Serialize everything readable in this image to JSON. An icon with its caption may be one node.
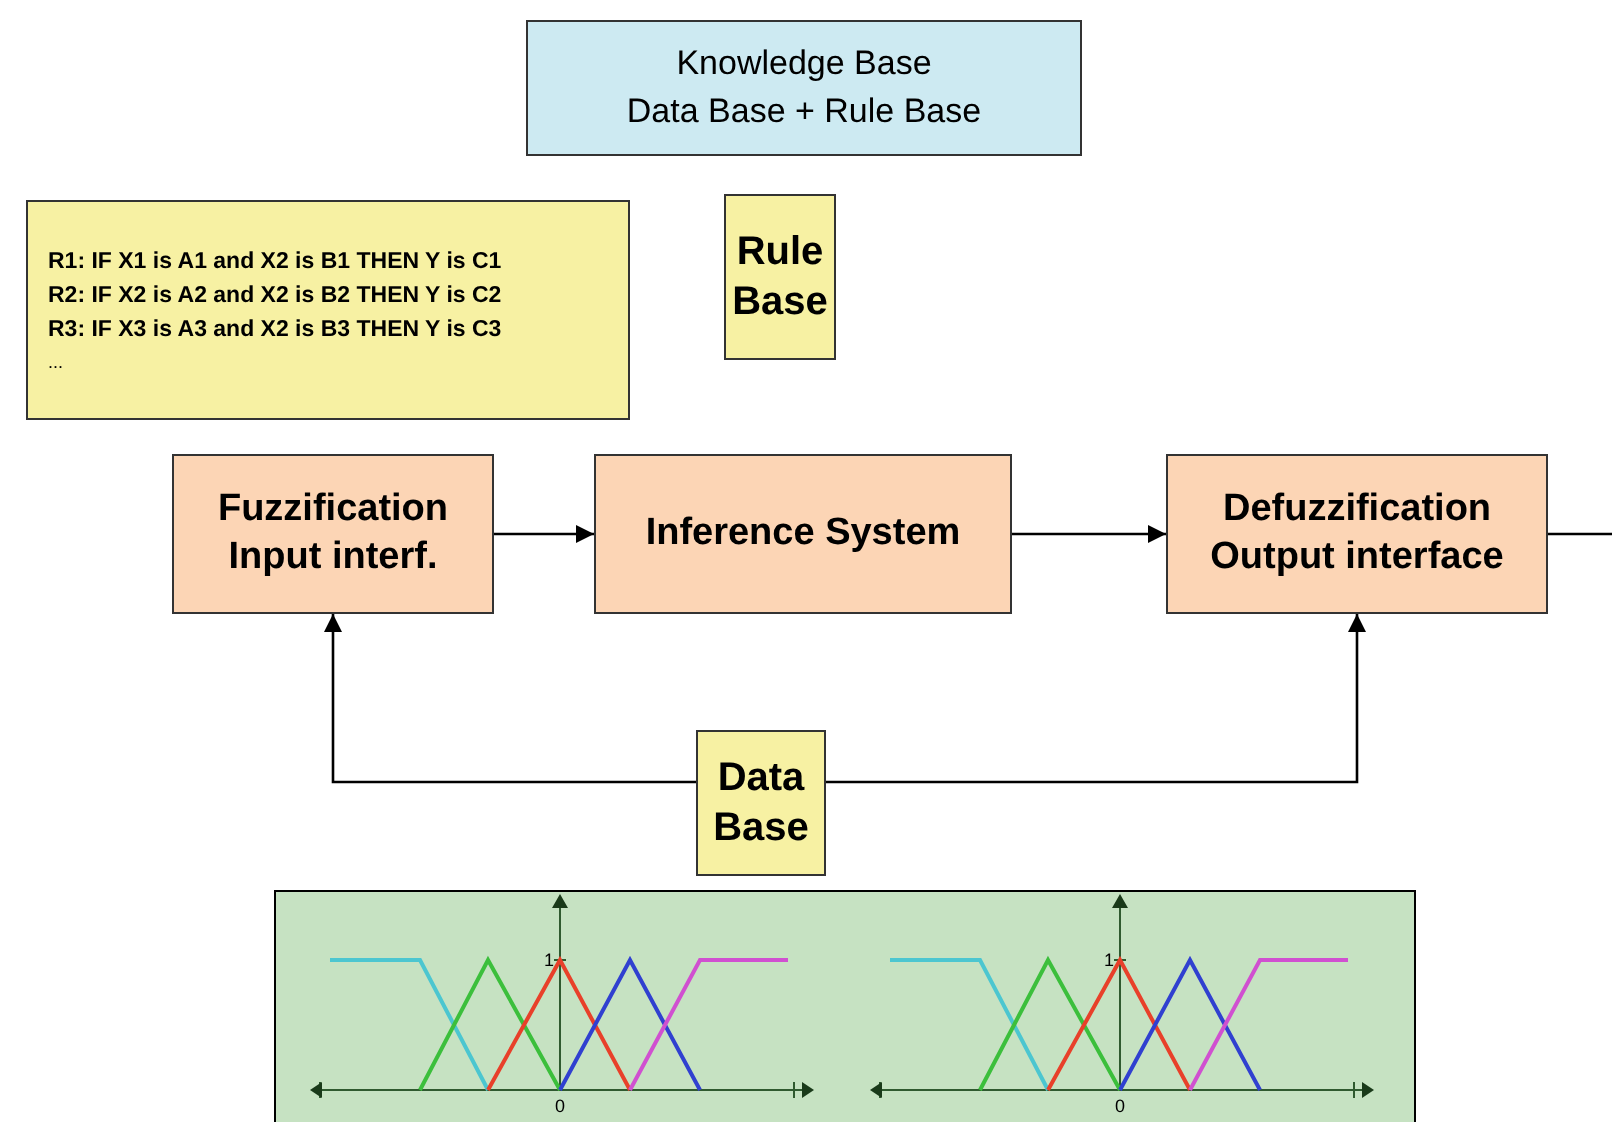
{
  "diagram": {
    "nodes": [
      {
        "text": [
          "Knowledge Base",
          "Data Base + Rule Base"
        ]
      },
      {
        "text": [
          "R1: IF X1 is A1 and X2 is B1 THEN Y is C1",
          "R2: IF X2 is A2 and X2 is B2 THEN Y is C2",
          "R3: IF X3 is A3 and X2 is B3 THEN Y is C3",
          "..."
        ]
      },
      {
        "text": [
          "Rule Base"
        ]
      },
      {
        "text": [
          "Fuzzification Input interf."
        ]
      },
      {
        "text": [
          "Inference System"
        ]
      },
      {
        "text": [
          "Defuzzification Output interface"
        ]
      },
      {
        "text": [
          "Data Base"
        ]
      }
    ],
    "edges": [
      {
        "from": 3,
        "to": 4,
        "arrow": "to"
      },
      {
        "from": 4,
        "to": 5,
        "arrow": "to"
      },
      {
        "from": 5,
        "to": null,
        "arrow": "none"
      },
      {
        "from": 6,
        "to": 3,
        "arrow": "to"
      },
      {
        "from": 6,
        "to": 5,
        "arrow": "to"
      }
    ],
    "labels": [
      "1",
      "0",
      "1",
      "0"
    ]
  }
}
